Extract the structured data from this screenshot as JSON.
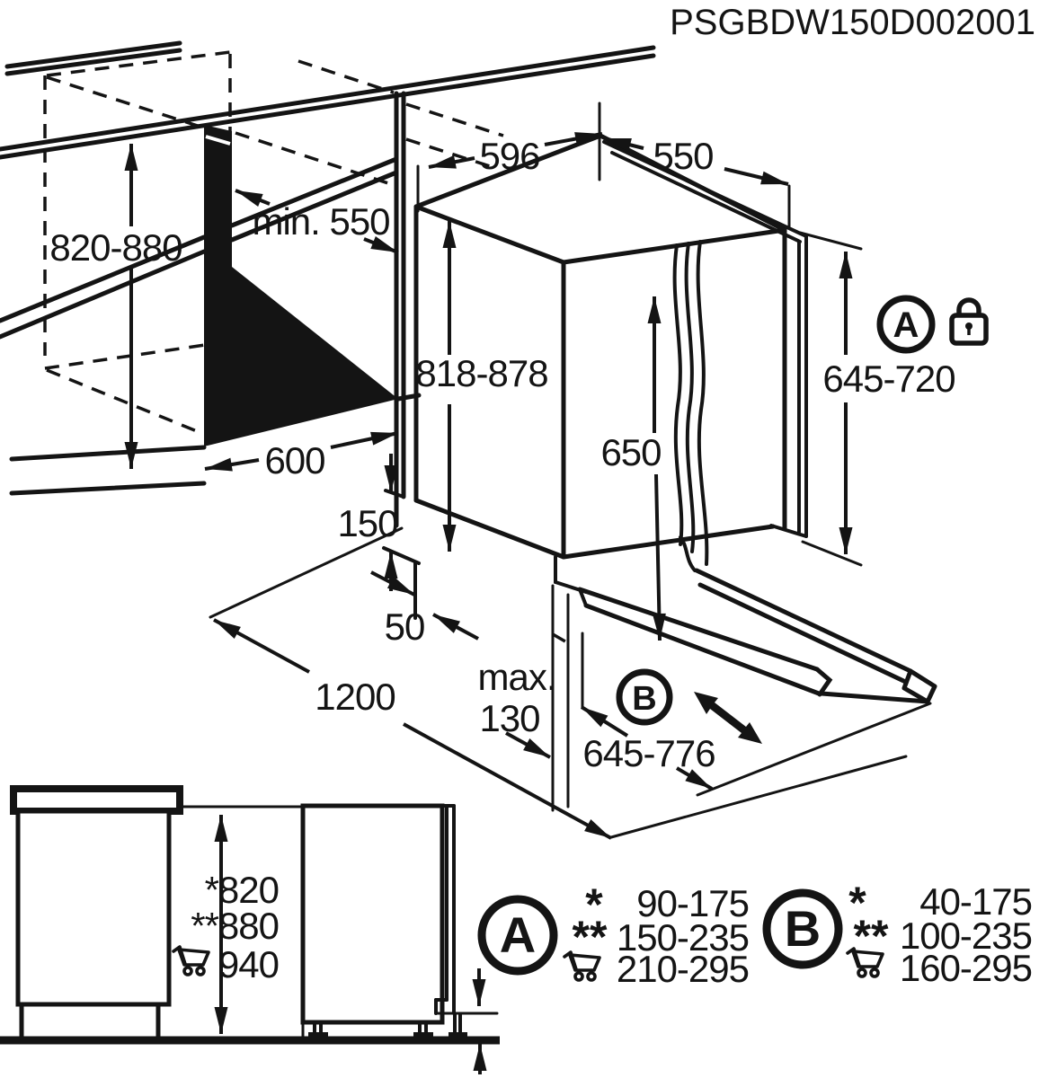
{
  "title": "PSGBDW150D002001",
  "colors": {
    "ink": "#141414",
    "background": "#ffffff"
  },
  "diagram": {
    "niche_height": "820-880",
    "niche_depth": "min. 550",
    "niche_width": "600",
    "top_width": "596",
    "top_depth": "550",
    "appliance_height": "818-878",
    "inner_height": "650",
    "panel_height": "645-720",
    "plinth_height": "150",
    "offset_depth": "50",
    "front_clearance": "1200",
    "max_word": "max.",
    "max_value": "130",
    "open_panel_range": "645-776",
    "marker_a": "A",
    "marker_b": "B"
  },
  "side_views": {
    "height_star": "*820",
    "height_2star": "**880",
    "height_cart": "940",
    "marker_a": "A"
  },
  "legend": {
    "a_label": "A",
    "a_star": "*",
    "a_star_value": "90-175",
    "a_2star": "**",
    "a_2star_value": "150-235",
    "a_cart_value": "210-295",
    "b_label": "B",
    "b_star": "*",
    "b_star_value": "40-175",
    "b_2star": "**",
    "b_2star_value": "100-235",
    "b_cart_value": "160-295"
  }
}
